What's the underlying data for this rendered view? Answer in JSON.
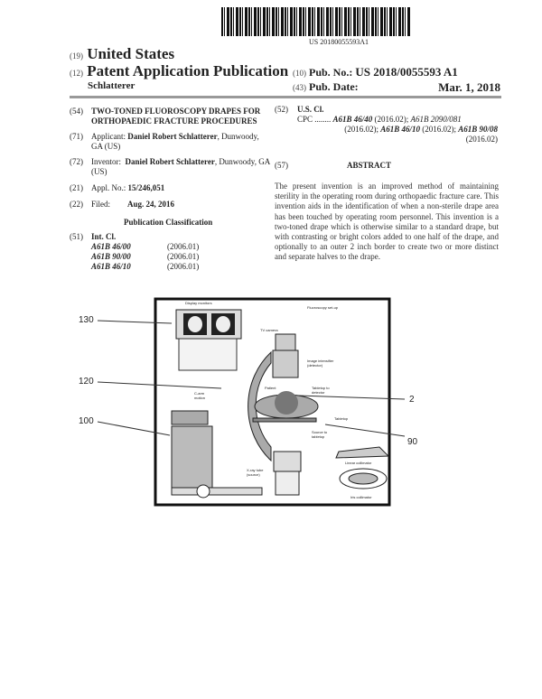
{
  "header": {
    "barcode_text": "US 20180055593A1",
    "country_code": "(19)",
    "country": "United States",
    "type_code": "(12)",
    "type": "Patent Application Publication",
    "inventor_short": "Schlatterer",
    "pubno_code": "(10)",
    "pubno_label": "Pub. No.:",
    "pubno": "US 2018/0055593 A1",
    "pubdate_code": "(43)",
    "pubdate_label": "Pub. Date:",
    "pubdate": "Mar. 1, 2018"
  },
  "left": {
    "title_code": "(54)",
    "title": "TWO-TONED FLUOROSCOPY DRAPES FOR ORTHOPAEDIC FRACTURE PROCEDURES",
    "applicant_code": "(71)",
    "applicant_label": "Applicant:",
    "applicant_name": "Daniel Robert Schlatterer",
    "applicant_loc": ", Dunwoody, GA (US)",
    "inventor_code": "(72)",
    "inventor_label": "Inventor:",
    "inventor_name": "Daniel Robert Schlatterer",
    "inventor_loc": ", Dunwoody, GA (US)",
    "appl_code": "(21)",
    "appl_label": "Appl. No.:",
    "appl_no": "15/246,051",
    "filed_code": "(22)",
    "filed_label": "Filed:",
    "filed_date": "Aug. 24, 2016",
    "class_heading": "Publication Classification",
    "intcl_code": "(51)",
    "intcl_label": "Int. Cl.",
    "intcl": [
      {
        "code": "A61B 46/00",
        "ver": "(2006.01)"
      },
      {
        "code": "A61B 90/00",
        "ver": "(2006.01)"
      },
      {
        "code": "A61B 46/10",
        "ver": "(2006.01)"
      }
    ]
  },
  "right": {
    "uscl_code": "(52)",
    "uscl_label": "U.S. Cl.",
    "cpc_line1_prefix": "CPC ........",
    "cpc_a": "A61B 46/40",
    "cpc_a_ver": " (2016.02); ",
    "cpc_b": "A61B 2090/081",
    "cpc_line2_ver": "(2016.02); ",
    "cpc_c": "A61B 46/10",
    "cpc_c_ver": " (2016.02); ",
    "cpc_d": "A61B 90/08",
    "cpc_line3": "(2016.02)",
    "abstract_code": "(57)",
    "abstract_heading": "ABSTRACT",
    "abstract": "The present invention is an improved method of maintaining sterility in the operating room during orthopaedic fracture care. This invention aids in the identification of when a non-sterile drape area has been touched by operating room personnel. This invention is a two-toned drape which is otherwise similar to a standard drape, but with contrasting or bright colors added to one half of the drape, and optionally to an outer 2 inch border to create two or more distinct and separate halves to the drape."
  },
  "figure": {
    "refs": [
      "130",
      "120",
      "100",
      "2",
      "90"
    ],
    "labels": {
      "display": "Display monitors",
      "setup": "Fluoroscopy set-up",
      "tv": "TV camera",
      "intensifier": "Image intensifier (detector)",
      "patient": "Patient",
      "tabletop_det": "Tabletop to detector",
      "carm": "C-arm motion",
      "tabletop": "Tabletop",
      "source": "Source to tabletop",
      "linear": "Linear collimator",
      "xray": "X-ray tube (source)",
      "iris": "Iris collimator"
    }
  }
}
